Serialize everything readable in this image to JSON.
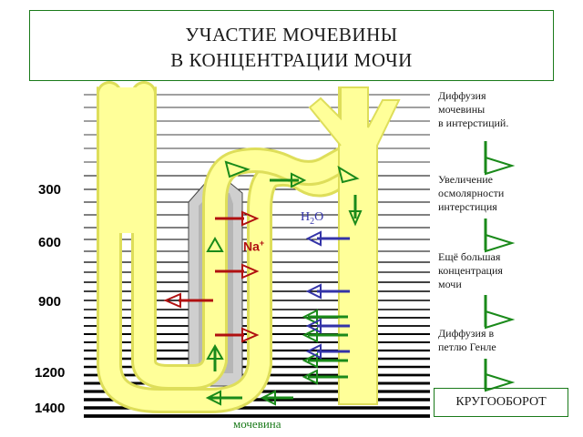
{
  "title": {
    "line1": "УЧАСТИЕ МОЧЕВИНЫ",
    "line2": "В КОНЦЕНТРАЦИИ МОЧИ"
  },
  "scale_labels": [
    "300",
    "600",
    "900",
    "1200",
    "1400"
  ],
  "labels": {
    "water": "H",
    "water_sub": "2",
    "water_o": "O",
    "sodium": "Na",
    "sodium_sup": "+",
    "urea": "мочевина"
  },
  "side_notes": [
    [
      "Диффузия",
      "мочевины",
      "в интерстиций."
    ],
    [
      "Увеличение",
      "осмолярности",
      "интерстиция"
    ],
    [
      "Ещё большая",
      "концентрация",
      "мочи"
    ],
    [
      "Диффузия в",
      "петлю Генле"
    ]
  ],
  "footer": "КРУГООБОРОТ",
  "colors": {
    "tubule": "#ffff99",
    "tubule_edge": "#e6e600",
    "duct": "#d9d9d9",
    "urea_arrow": "#1a8a1a",
    "sodium_arrow": "#b01010",
    "water_arrow": "#3333a8",
    "frame": "#1a7a1a"
  }
}
